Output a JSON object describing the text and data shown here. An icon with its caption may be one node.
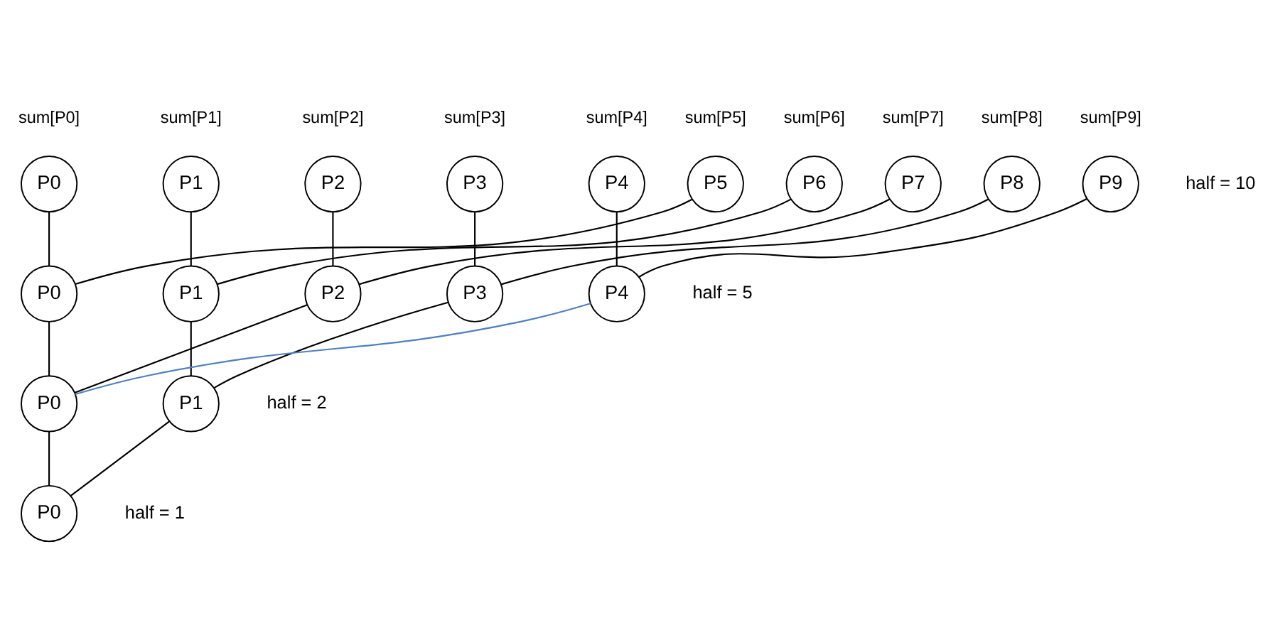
{
  "diagram": {
    "nodes": [
      {
        "text": [
          "P0"
        ],
        "beside": [
          "sum[P0]"
        ]
      },
      {
        "text": [
          "P1"
        ],
        "beside": [
          "sum[P1]"
        ]
      },
      {
        "text": [
          "P2"
        ],
        "beside": [
          "sum[P2]"
        ]
      },
      {
        "text": [
          "P3"
        ],
        "beside": [
          "sum[P3]"
        ]
      },
      {
        "text": [
          "P4"
        ],
        "beside": [
          "sum[P4]"
        ]
      },
      {
        "text": [
          "P5"
        ],
        "beside": [
          "sum[P5]"
        ]
      },
      {
        "text": [
          "P6"
        ],
        "beside": [
          "sum[P6]"
        ]
      },
      {
        "text": [
          "P7"
        ],
        "beside": [
          "sum[P7]"
        ]
      },
      {
        "text": [
          "P8"
        ],
        "beside": [
          "sum[P8]"
        ]
      },
      {
        "text": [
          "P9"
        ],
        "beside": [
          "sum[P9]"
        ]
      },
      {
        "text": [
          "P0"
        ]
      },
      {
        "text": [
          "P1"
        ]
      },
      {
        "text": [
          "P2"
        ]
      },
      {
        "text": [
          "P3"
        ]
      },
      {
        "text": [
          "P4"
        ]
      },
      {
        "text": [
          "P0"
        ]
      },
      {
        "text": [
          "P1"
        ]
      },
      {
        "text": [
          "P0"
        ]
      }
    ],
    "edges": [
      {
        "from": 0,
        "to": 10,
        "arrow": "none"
      },
      {
        "from": 5,
        "to": 10,
        "arrow": "none"
      },
      {
        "from": 1,
        "to": 11,
        "arrow": "none"
      },
      {
        "from": 6,
        "to": 11,
        "arrow": "none"
      },
      {
        "from": 2,
        "to": 12,
        "arrow": "none"
      },
      {
        "from": 7,
        "to": 12,
        "arrow": "none"
      },
      {
        "from": 3,
        "to": 13,
        "arrow": "none"
      },
      {
        "from": 8,
        "to": 13,
        "arrow": "none"
      },
      {
        "from": 4,
        "to": 14,
        "arrow": "none"
      },
      {
        "from": 9,
        "to": 14,
        "arrow": "none"
      },
      {
        "from": 10,
        "to": 15,
        "arrow": "none"
      },
      {
        "from": 12,
        "to": 15,
        "arrow": "none"
      },
      {
        "from": 14,
        "to": 15,
        "arrow": "none",
        "color": "#4f81bd"
      },
      {
        "from": 11,
        "to": 16,
        "arrow": "none"
      },
      {
        "from": 13,
        "to": 16,
        "arrow": "none"
      },
      {
        "from": 15,
        "to": 17,
        "arrow": "none"
      },
      {
        "from": 16,
        "to": 17,
        "arrow": "none"
      }
    ],
    "labels": [
      "half = 10",
      "half = 5",
      "half = 2",
      "half = 1"
    ]
  }
}
